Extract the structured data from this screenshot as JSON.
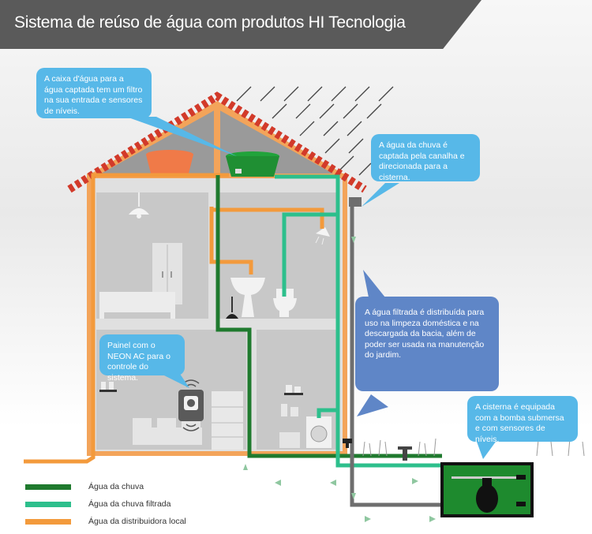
{
  "title": "Sistema de reúso de água com produtos HI Tecnologia",
  "callouts": {
    "tank": "A caixa d'água para a água captada tem um filtro na sua entrada e sensores de níveis.",
    "rain": "A água da chuva é captada pela canalha e direcionada para a cisterna.",
    "panel": "Painel com o NEON AC para o controle do sistema.",
    "filtered": "A água filtrada é distribuída para uso na limpeza doméstica e na descargada da bacia, além de poder ser usada na manutenção do jardim.",
    "cistern": "A cisterna é equipada com a bomba submersa e com sensores de níveis."
  },
  "legend": [
    {
      "label": "Água da chuva",
      "color": "#1f7a2e"
    },
    {
      "label": "Água da chuva filtrada",
      "color": "#2dbf8c"
    },
    {
      "label": "Água da distribuidora local",
      "color": "#f39a3c"
    }
  ],
  "colors": {
    "rain_pipe": "#1f7a2e",
    "filtered_pipe": "#2dbf8c",
    "utility_pipe": "#f39a3c",
    "gutter_pipe": "#6e6e6e",
    "roof": "#d23a2a",
    "wall": "#c8c8c8",
    "house_outline": "#f3a45a",
    "cistern_fill": "#1e8a2e",
    "bubble_light": "#57b8e8",
    "bubble_dark": "#5f86c7"
  },
  "icons": [
    "panel-device-icon",
    "lamp-icon",
    "wardrobe-icon",
    "bed-icon",
    "sink-icon",
    "toilet-icon",
    "shower-icon",
    "plunger-icon",
    "washing-machine-icon",
    "sofa-icon",
    "bookshelf-icon",
    "pump-icon",
    "level-sensor-icon",
    "sprinkler-icon",
    "rain-icon",
    "arrow-icon"
  ]
}
